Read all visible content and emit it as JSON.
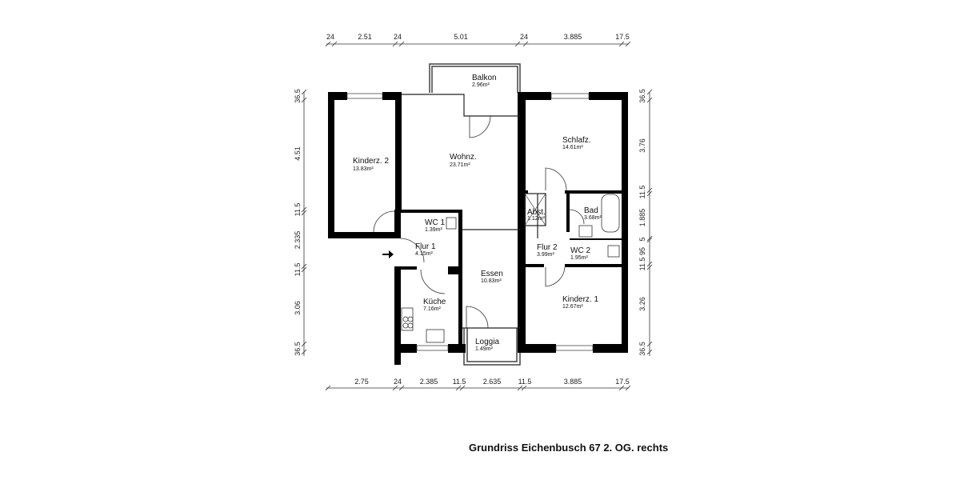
{
  "title": "Grundriss Eichenbusch 67 2. OG. rechts",
  "rooms": [
    {
      "name": "Balkon",
      "area": "2.96m²"
    },
    {
      "name": "Kinderz. 2",
      "area": "13.83m²"
    },
    {
      "name": "Wohnz.",
      "area": "23.71m²"
    },
    {
      "name": "Schlafz.",
      "area": "14.61m²"
    },
    {
      "name": "Abst.",
      "area": "1.12m²"
    },
    {
      "name": "Bad",
      "area": "3.68m²"
    },
    {
      "name": "WC 1",
      "area": "1.39m²"
    },
    {
      "name": "Flur 1",
      "area": "4.15m²"
    },
    {
      "name": "Flur 2",
      "area": "3.99m²"
    },
    {
      "name": "WC 2",
      "area": "1.95m²"
    },
    {
      "name": "Essen",
      "area": "10.83m²"
    },
    {
      "name": "Küche",
      "area": "7.16m²"
    },
    {
      "name": "Kinderz. 1",
      "area": "12.67m²"
    },
    {
      "name": "Loggia",
      "area": "1.49m²"
    }
  ],
  "dimensions": {
    "top": [
      "24",
      "2.51",
      "24",
      "5.01",
      "24",
      "3.885",
      "17.5"
    ],
    "bottom": [
      "2.75",
      "24",
      "2.385",
      "11.5",
      "2.635",
      "11.5",
      "3.885",
      "17.5"
    ],
    "left": [
      "36.5",
      "4.51",
      "11.5",
      "2.335",
      "11.5",
      "3.06",
      "36.5"
    ],
    "right": [
      "36.5",
      "3.76",
      "11.5",
      "1.885",
      "5",
      "95",
      "11.5",
      "3.26",
      "36.5"
    ]
  }
}
